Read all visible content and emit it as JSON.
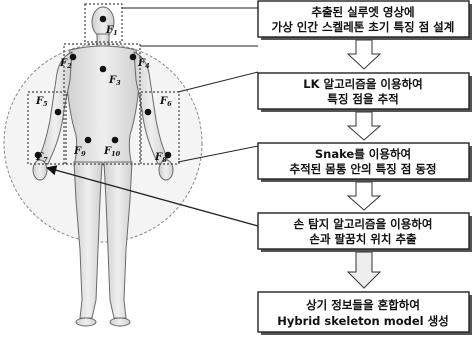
{
  "flow_steps": [
    {
      "lines": [
        "추출된 실루엣 영상에",
        "가상 인간 스켈레톤 초기 특징 점 설계"
      ]
    },
    {
      "lines": [
        "LK 알고리즘을 이용하여",
        "특징 점을 추적"
      ]
    },
    {
      "lines": [
        "Snake를 이용하여",
        "추적된 몸통 안의 특징 점 동정"
      ]
    },
    {
      "lines": [
        "손 탐지 알고리즘을 이용하여",
        "손과 팔꿈치 위치 추출"
      ]
    },
    {
      "lines": [
        "상기 정보들을 혼합하여",
        "Hybrid skeleton model 생성"
      ]
    }
  ],
  "feature_points": [
    {
      "letter": "F",
      "sub": "1"
    },
    {
      "letter": "F",
      "sub": "2"
    },
    {
      "letter": "F",
      "sub": "3"
    },
    {
      "letter": "F",
      "sub": "4"
    },
    {
      "letter": "F",
      "sub": "5"
    },
    {
      "letter": "F",
      "sub": "6"
    },
    {
      "letter": "F",
      "sub": "7"
    },
    {
      "letter": "F",
      "sub": "8"
    },
    {
      "letter": "F",
      "sub": "9"
    },
    {
      "letter": "F",
      "sub": "10"
    }
  ],
  "colors": {
    "box_border": "#222222",
    "box_shadow": "#444444",
    "figure_fill": "#e4e4e4",
    "figure_stroke": "#6a6a6a",
    "point": "#111111",
    "dashed": "#777777"
  }
}
